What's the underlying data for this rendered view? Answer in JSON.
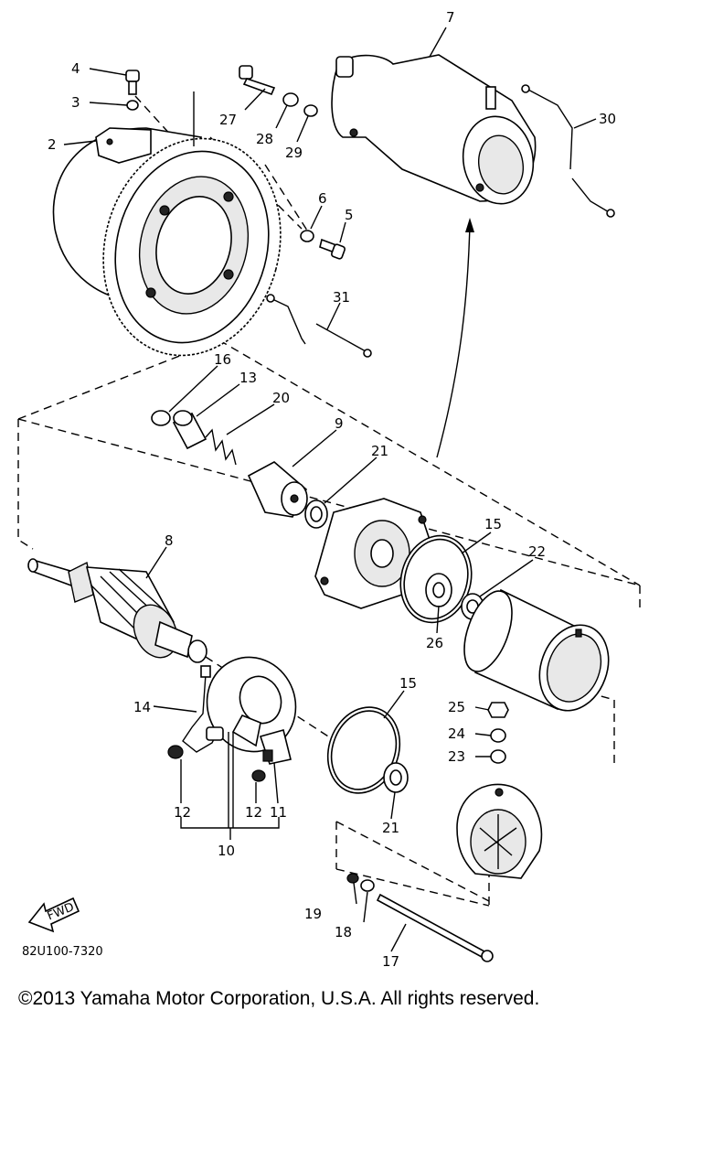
{
  "diagram": {
    "labels": {
      "p2": "2",
      "p3": "3",
      "p4": "4",
      "p5": "5",
      "p6": "6",
      "p7": "7",
      "p8": "8",
      "p9": "9",
      "p10": "10",
      "p11": "11",
      "p12a": "12",
      "p12b": "12",
      "p13": "13",
      "p14": "14",
      "p15a": "15",
      "p15b": "15",
      "p16": "16",
      "p17": "17",
      "p18": "18",
      "p19": "19",
      "p20": "20",
      "p21a": "21",
      "p21b": "21",
      "p22": "22",
      "p23": "23",
      "p24": "24",
      "p25": "25",
      "p26": "26",
      "p27": "27",
      "p28": "28",
      "p29": "29",
      "p30": "30",
      "p31": "31"
    },
    "fwd_label": "FWD",
    "diagram_code": "82U100-7320"
  },
  "footer": {
    "copyright": "©2013 Yamaha Motor Corporation, U.S.A. All rights reserved."
  }
}
